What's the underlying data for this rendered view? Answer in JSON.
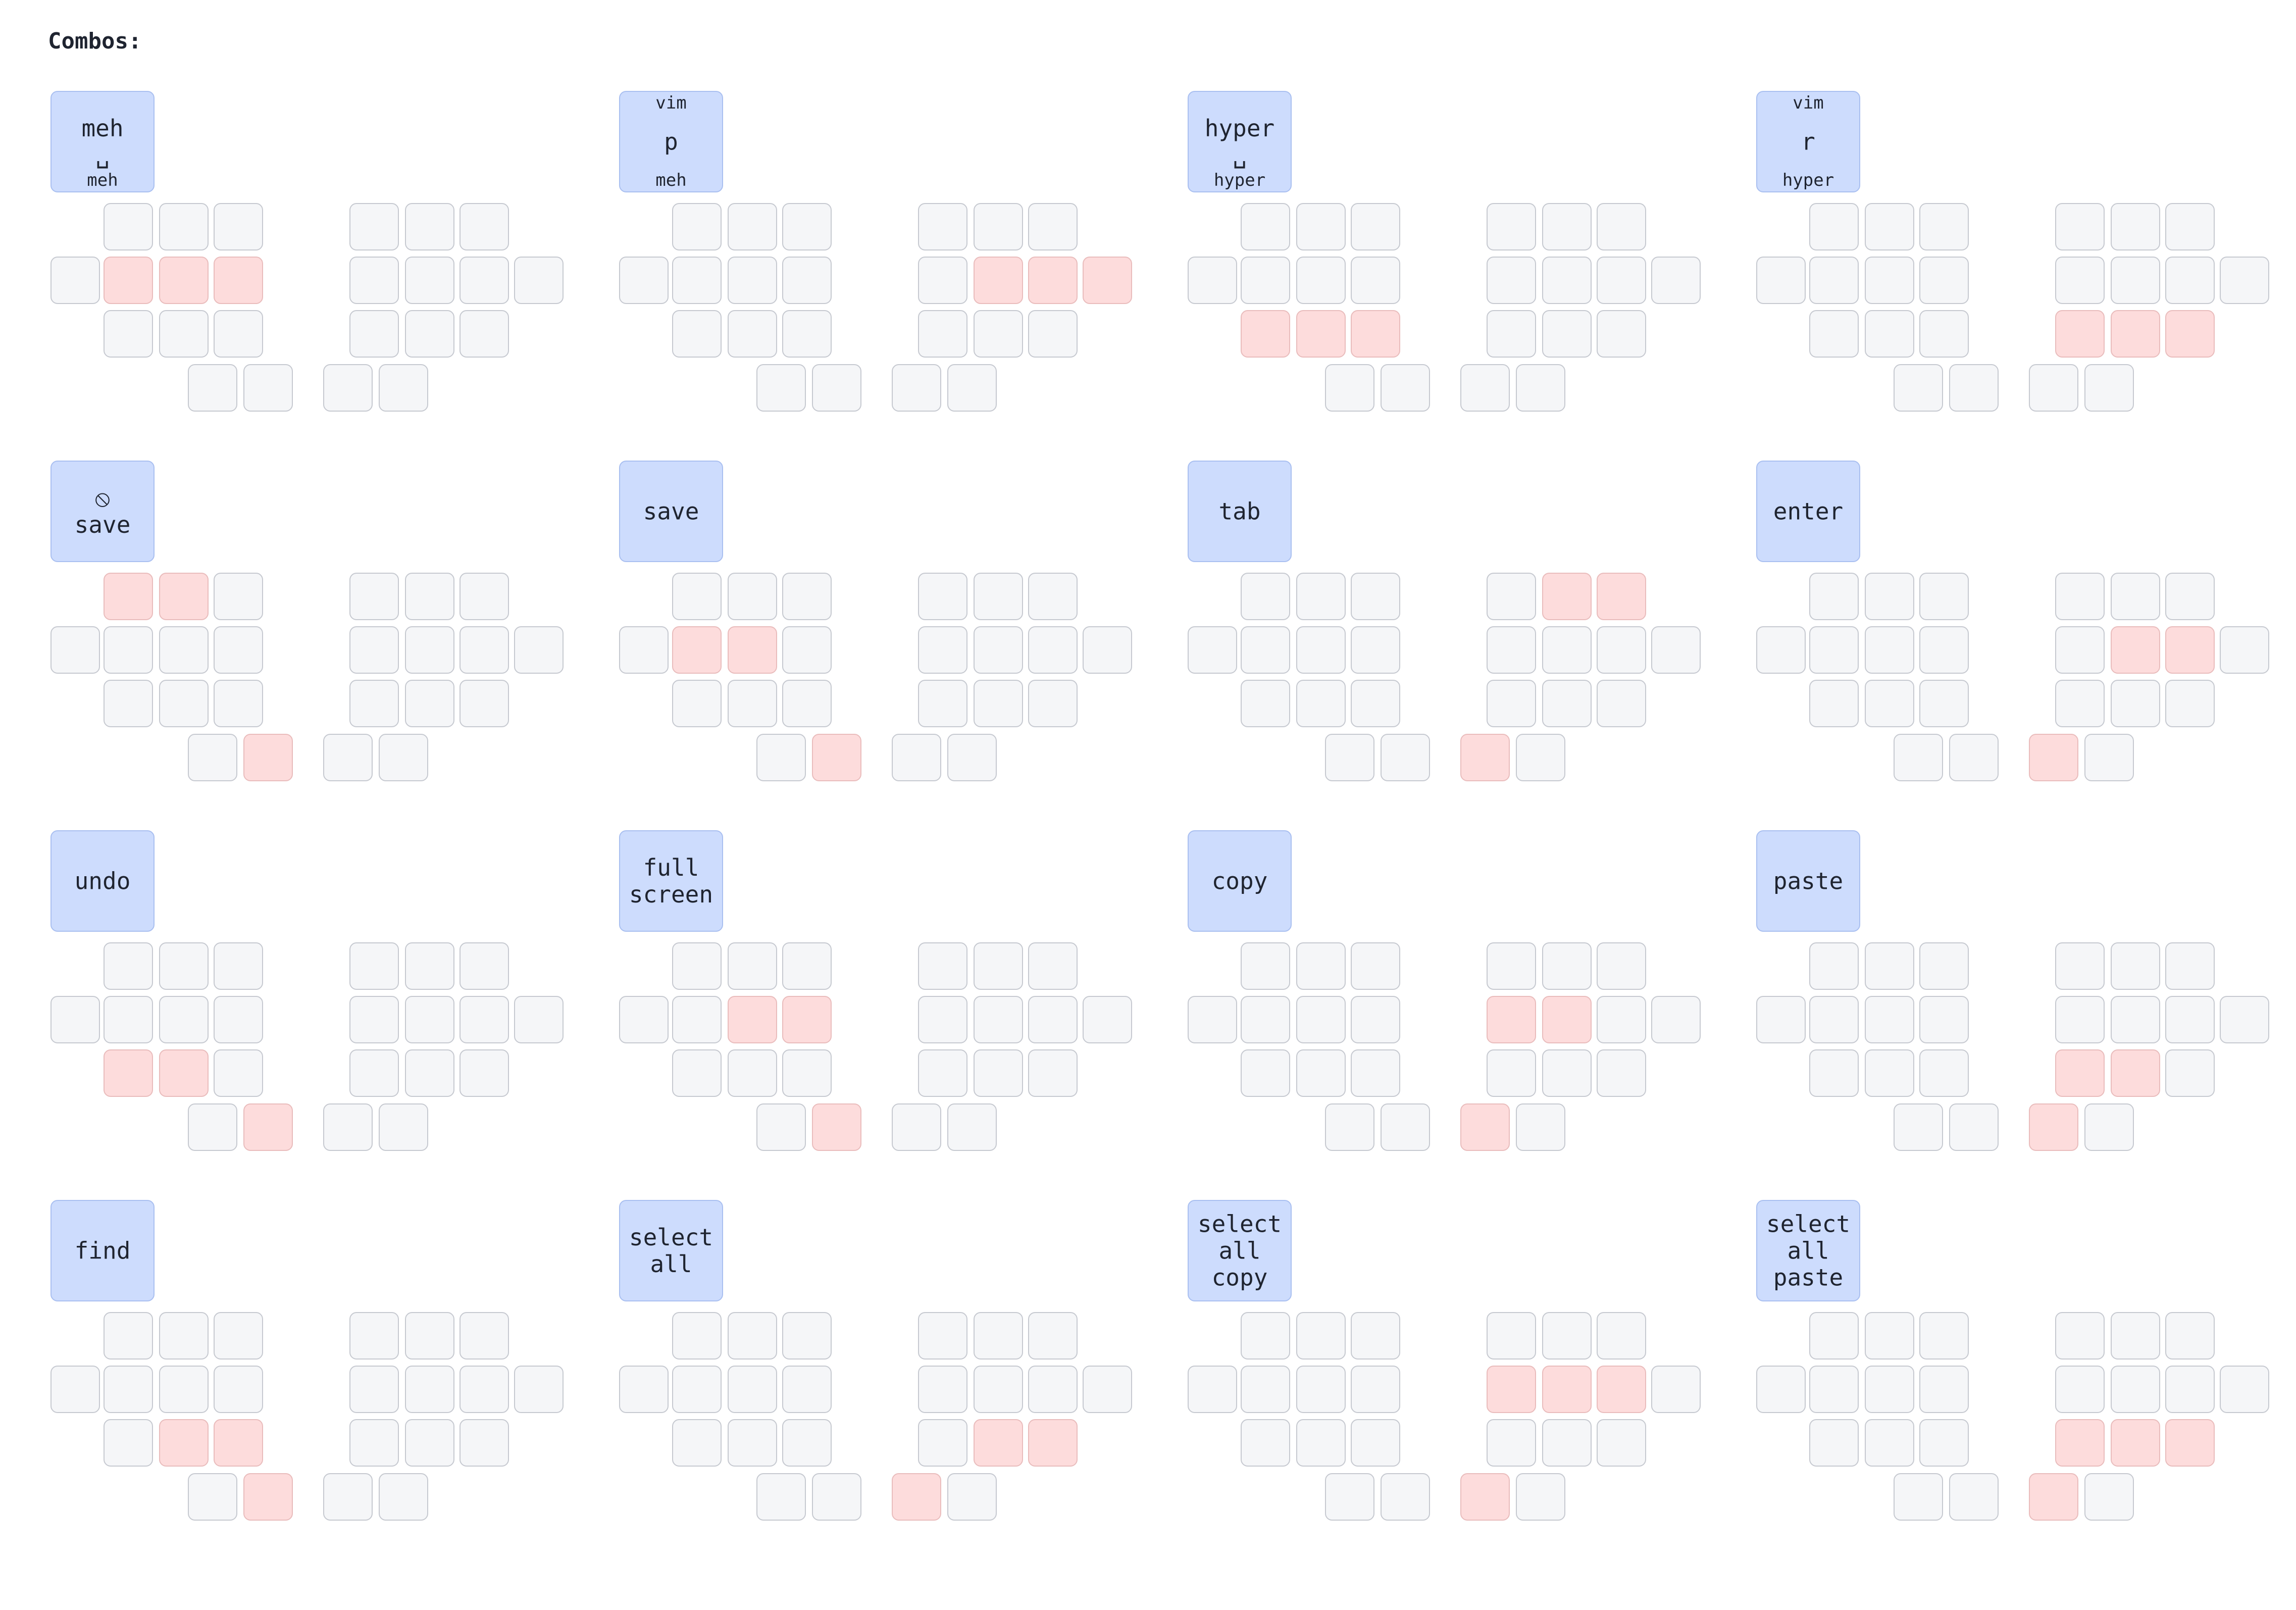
{
  "title": "Combos:",
  "colors": {
    "label_bg": "#cddcfd",
    "key_bg": "#f5f6f8",
    "key_active": "#fddcdc"
  },
  "combos": [
    {
      "top": "",
      "center": "meh\n␣",
      "bottom": "meh",
      "active": [
        4,
        5,
        6
      ]
    },
    {
      "top": "vim",
      "center": "p",
      "bottom": "meh",
      "active": [
        21,
        22,
        23
      ]
    },
    {
      "top": "",
      "center": "hyper\n␣",
      "bottom": "hyper",
      "active": [
        8,
        9,
        10
      ]
    },
    {
      "top": "vim",
      "center": "r",
      "bottom": "hyper",
      "active": [
        25,
        26,
        27
      ]
    },
    {
      "top": "",
      "center": "⦸\nsave",
      "bottom": "",
      "active": [
        0,
        1,
        12
      ]
    },
    {
      "top": "",
      "center": "save",
      "bottom": "",
      "active": [
        4,
        5,
        12
      ]
    },
    {
      "top": "",
      "center": "tab",
      "bottom": "",
      "active": [
        15,
        16,
        28
      ]
    },
    {
      "top": "",
      "center": "enter",
      "bottom": "",
      "active": [
        21,
        22,
        28
      ]
    },
    {
      "top": "",
      "center": "undo",
      "bottom": "",
      "active": [
        8,
        9,
        12
      ]
    },
    {
      "top": "",
      "center": "full\nscreen",
      "bottom": "",
      "active": [
        5,
        6,
        12
      ]
    },
    {
      "top": "",
      "center": "copy",
      "bottom": "",
      "active": [
        17,
        18,
        28
      ]
    },
    {
      "top": "",
      "center": "paste",
      "bottom": "",
      "active": [
        25,
        26,
        28
      ]
    },
    {
      "top": "",
      "center": "find",
      "bottom": "",
      "active": [
        9,
        10,
        12
      ]
    },
    {
      "top": "",
      "center": "select\nall",
      "bottom": "",
      "active": [
        26,
        27,
        28
      ]
    },
    {
      "top": "",
      "center": "select\nall\ncopy",
      "bottom": "",
      "active": [
        17,
        18,
        19,
        28
      ]
    },
    {
      "top": "",
      "center": "select\nall\npaste",
      "bottom": "",
      "active": [
        25,
        26,
        27,
        28
      ]
    }
  ]
}
